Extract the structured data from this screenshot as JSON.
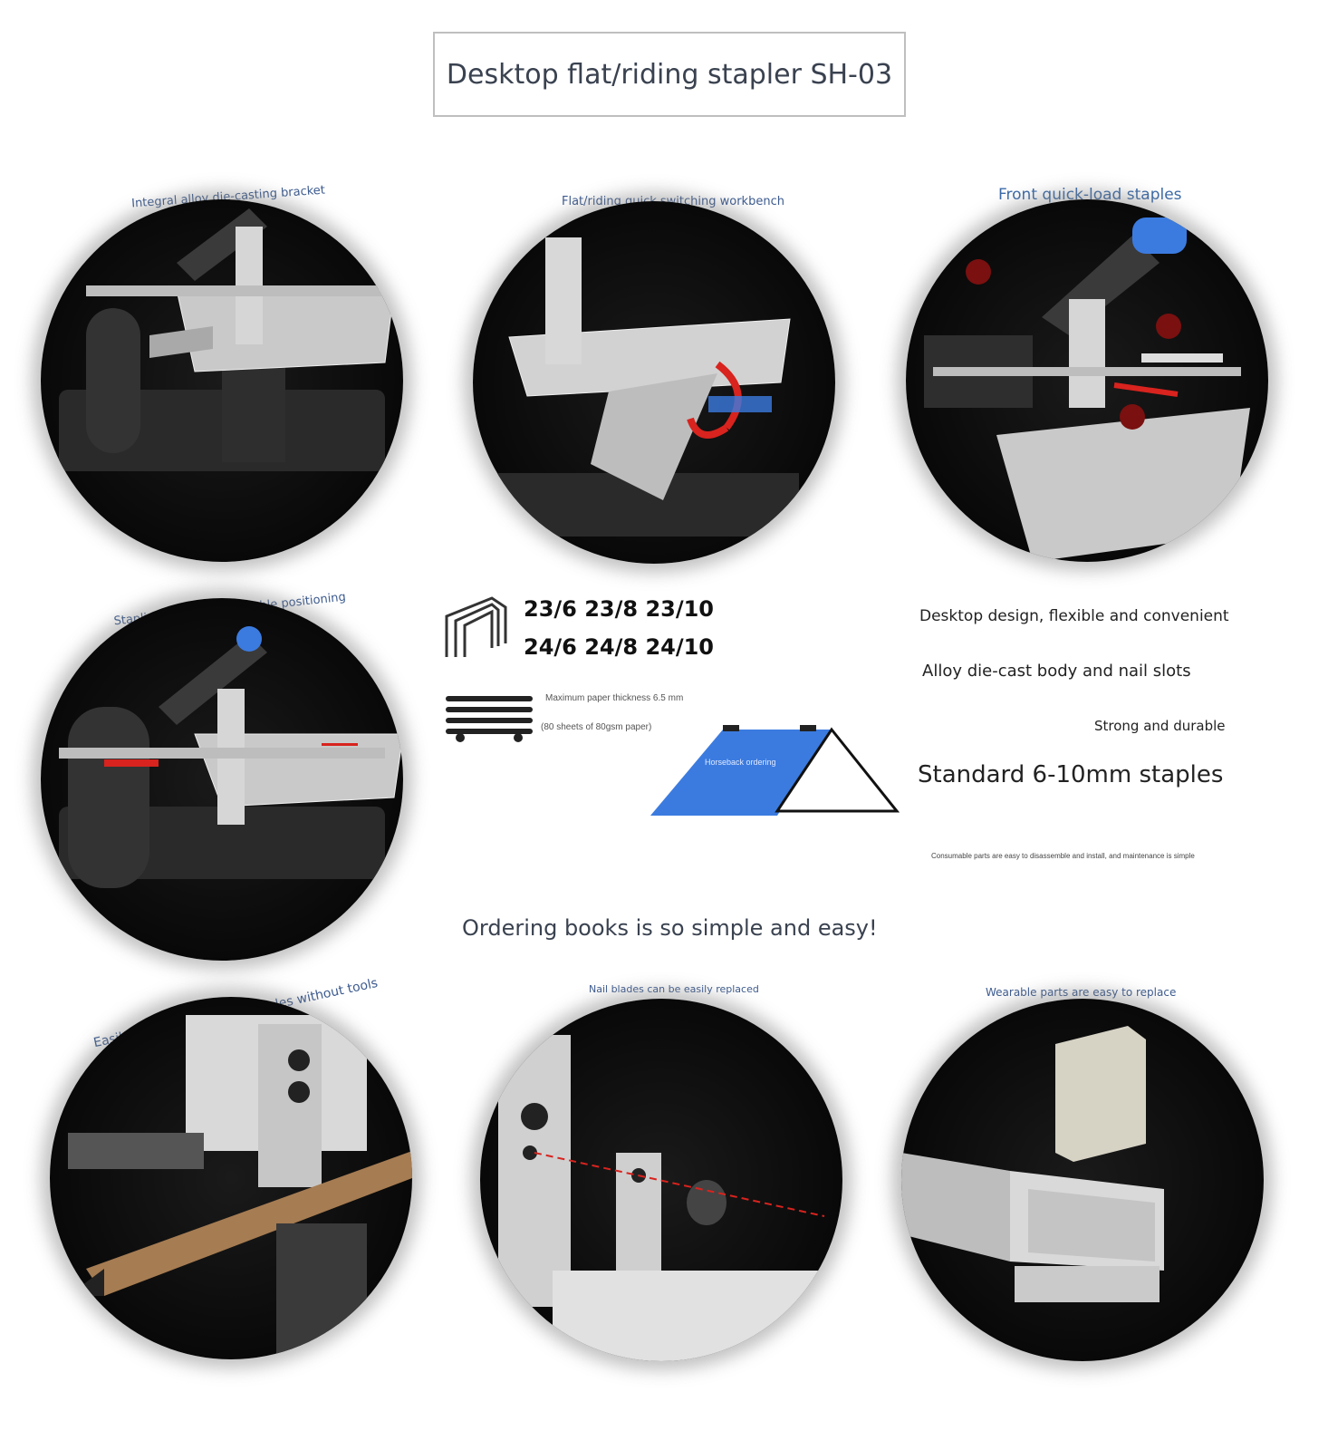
{
  "title": "Desktop flat/riding stapler SH-03",
  "panels": [
    {
      "caption": "Integral alloy die-casting bracket"
    },
    {
      "caption": "Flat/riding quick switching workbench"
    },
    {
      "caption": "Front quick-load staples"
    },
    {
      "caption": "Stapling depth is adjustable positioning"
    },
    {
      "caption": "Easily remove deformed staples without tools"
    },
    {
      "caption": "Nail blades can be easily replaced"
    },
    {
      "caption": "Wearable parts are easy to replace"
    }
  ],
  "staple_sizes": {
    "line1": "23/6 23/8 23/10",
    "line2": "24/6 24/8 24/10"
  },
  "paper": {
    "thickness": "Maximum paper thickness 6.5 mm",
    "sheets": "(80 sheets of 80gsm paper)"
  },
  "diagram_label": "Horseback ordering",
  "features": {
    "f1": "Desktop design, flexible and convenient",
    "f2": "Alloy die-cast body and nail slots",
    "f3": "Strong and durable",
    "f4": "Standard 6-10mm staples",
    "f5": "Consumable parts are easy to disassemble and install, and maintenance is simple"
  },
  "tagline": "Ordering books is so simple and easy!",
  "colors": {
    "accent_blue": "#3b7be0",
    "arrow_red": "#d8231e",
    "metal": "#c9c9c9"
  }
}
